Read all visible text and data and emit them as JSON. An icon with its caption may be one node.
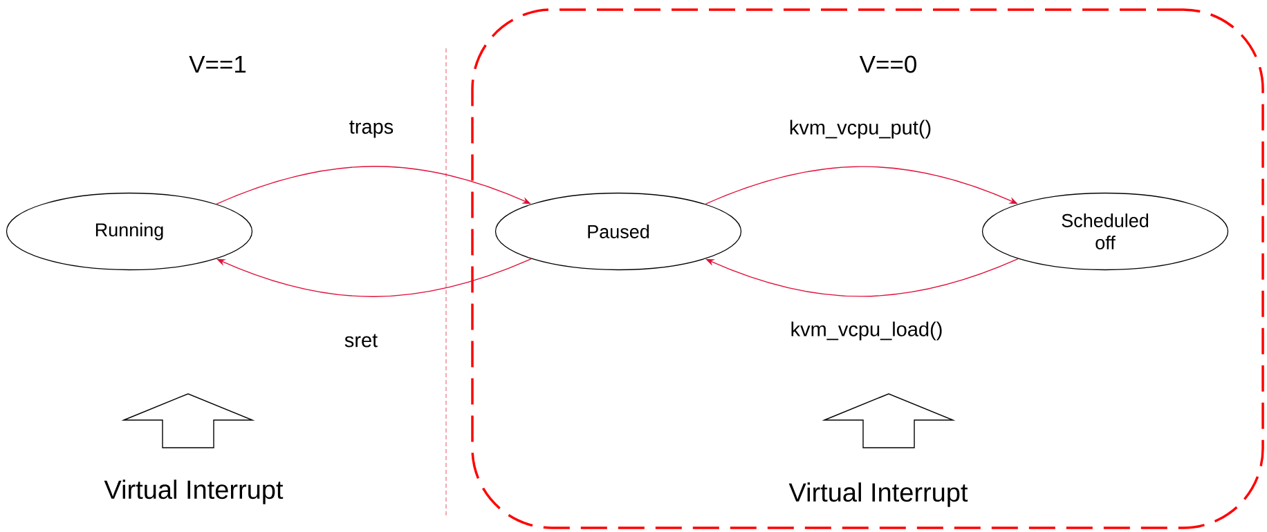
{
  "diagram": {
    "nodes": [
      {
        "text": [
          "V==0"
        ]
      },
      {
        "text": [
          "Running"
        ]
      },
      {
        "text": [
          "Paused"
        ],
        "in": 0
      },
      {
        "text": [
          "Scheduled off"
        ],
        "in": 0
      }
    ],
    "edges": [
      {
        "from": 1,
        "to": 2,
        "arrow": "to",
        "label": "traps"
      },
      {
        "from": 2,
        "to": 1,
        "arrow": "to",
        "label": "sret"
      },
      {
        "from": 2,
        "to": 3,
        "arrow": "to",
        "label": "kvm_vcpu_put()"
      },
      {
        "from": 3,
        "to": 2,
        "arrow": "to",
        "label": "kvm_vcpu_load()"
      }
    ],
    "labels": [
      "V==1",
      "Virtual Interrupt",
      "Virtual Interrupt"
    ]
  }
}
